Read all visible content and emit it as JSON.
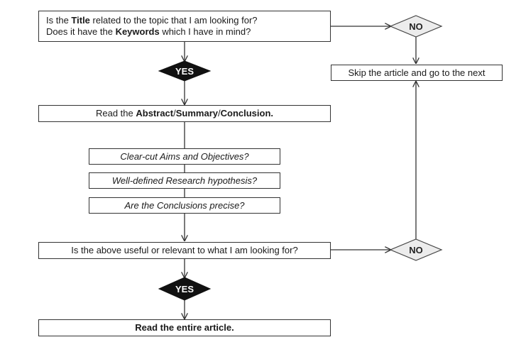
{
  "q1": {
    "line1": {
      "a": "Is the ",
      "b": "Title",
      "c": " related to the topic that I am looking for?"
    },
    "line2": {
      "a": "Does it have the ",
      "b": "Keywords",
      "c": " which I have in mind?"
    }
  },
  "no_top": "NO",
  "skip": "Skip the article and go to the next",
  "yes_top": "YES",
  "read_abstract": {
    "a": "Read the ",
    "b": "Abstract",
    "c": " / ",
    "d": "Summary",
    "e": " / ",
    "f": "Conclusion."
  },
  "checks": [
    "Clear-cut Aims and Objectives?",
    "Well-defined Research hypothesis?",
    "Are the Conclusions precise?"
  ],
  "q2": "Is the above useful or relevant to what I am looking for?",
  "no_bottom": "NO",
  "yes_bottom": "YES",
  "read_entire": "Read the entire article."
}
